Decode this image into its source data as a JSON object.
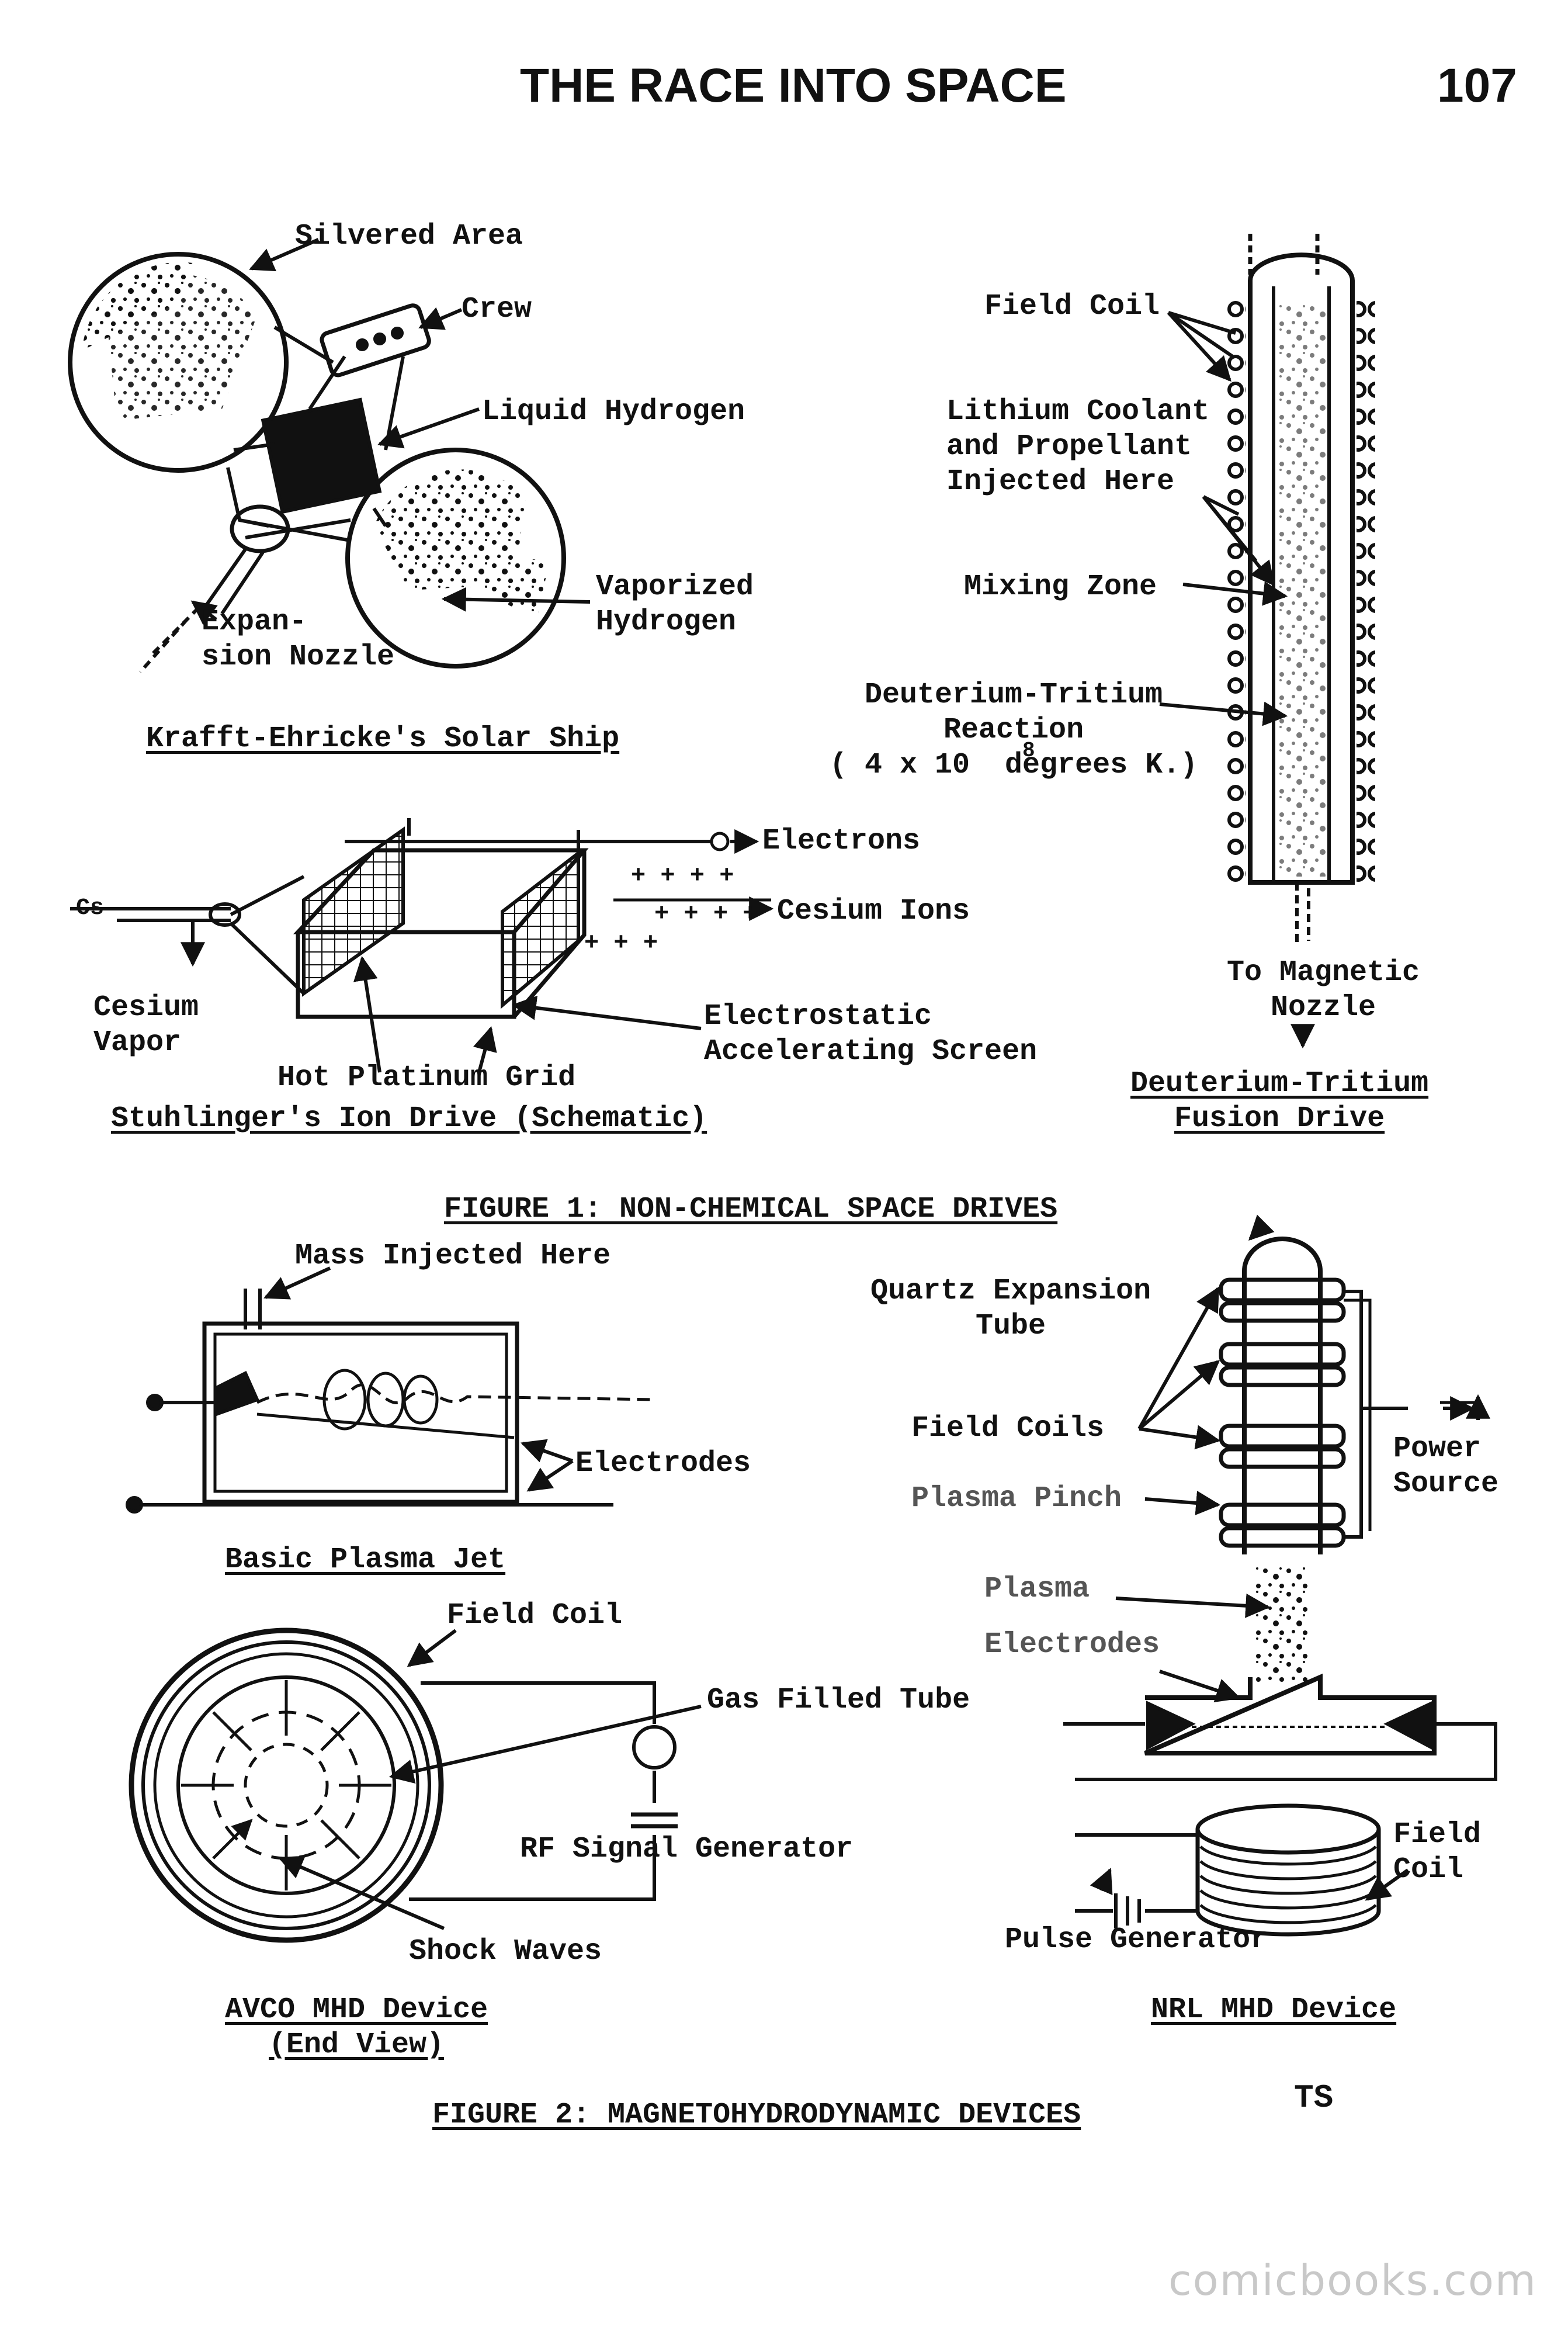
{
  "header": {
    "title": "THE RACE INTO SPACE",
    "page_number": "107"
  },
  "solar_ship": {
    "silvered_area": "Silvered Area",
    "crew": "Crew",
    "liquid_hydrogen": "Liquid Hydrogen",
    "vaporized_hydrogen": "Vaporized\nHydrogen",
    "expansion_nozzle": "Expan-\nsion Nozzle",
    "caption": "Krafft-Ehricke's Solar Ship"
  },
  "fusion_drive": {
    "field_coil": "Field Coil",
    "lithium": "Lithium Coolant\nand Propellant\nInjected Here",
    "mixing_zone": "Mixing Zone",
    "reaction": "Deuterium-Tritium\nReaction\n( 4 x 10  degrees K.)",
    "exponent": "8",
    "to_nozzle": "To Magnetic\nNozzle",
    "caption": "Deuterium-Tritium\nFusion Drive"
  },
  "ion_drive": {
    "cs_symbol": "Cs",
    "electrons": "Electrons",
    "cesium_ions": "Cesium Ions",
    "cesium_vapor": "Cesium\nVapor",
    "screen": "Electrostatic\nAccelerating Screen",
    "grid": "Hot Platinum Grid",
    "caption": "Stuhlinger's Ion Drive (Schematic)"
  },
  "figure1_caption": "FIGURE 1: NON-CHEMICAL SPACE DRIVES",
  "plasma_jet": {
    "mass_injected": "Mass Injected Here",
    "electrodes": "Electrodes",
    "caption": "Basic Plasma Jet"
  },
  "pinch_device": {
    "quartz": "Quartz Expansion\nTube",
    "field_coils": "Field Coils",
    "plasma_pinch": "Plasma Pinch",
    "power_source": "Power\nSource",
    "plasma": "Plasma",
    "electrodes": "Electrodes"
  },
  "avco": {
    "field_coil": "Field Coil",
    "gas_tube": "Gas Filled Tube",
    "rf_generator": "RF Signal Generator",
    "shock_waves": "Shock Waves",
    "caption": "AVCO MHD Device\n(End View)"
  },
  "nrl": {
    "field_coil": "Field\nCoil",
    "pulse_generator": "Pulse Generator",
    "caption": "NRL MHD Device"
  },
  "figure2_caption": "FIGURE 2: MAGNETOHYDRODYNAMIC DEVICES",
  "initials": "TS",
  "watermark": "comicbooks.com"
}
